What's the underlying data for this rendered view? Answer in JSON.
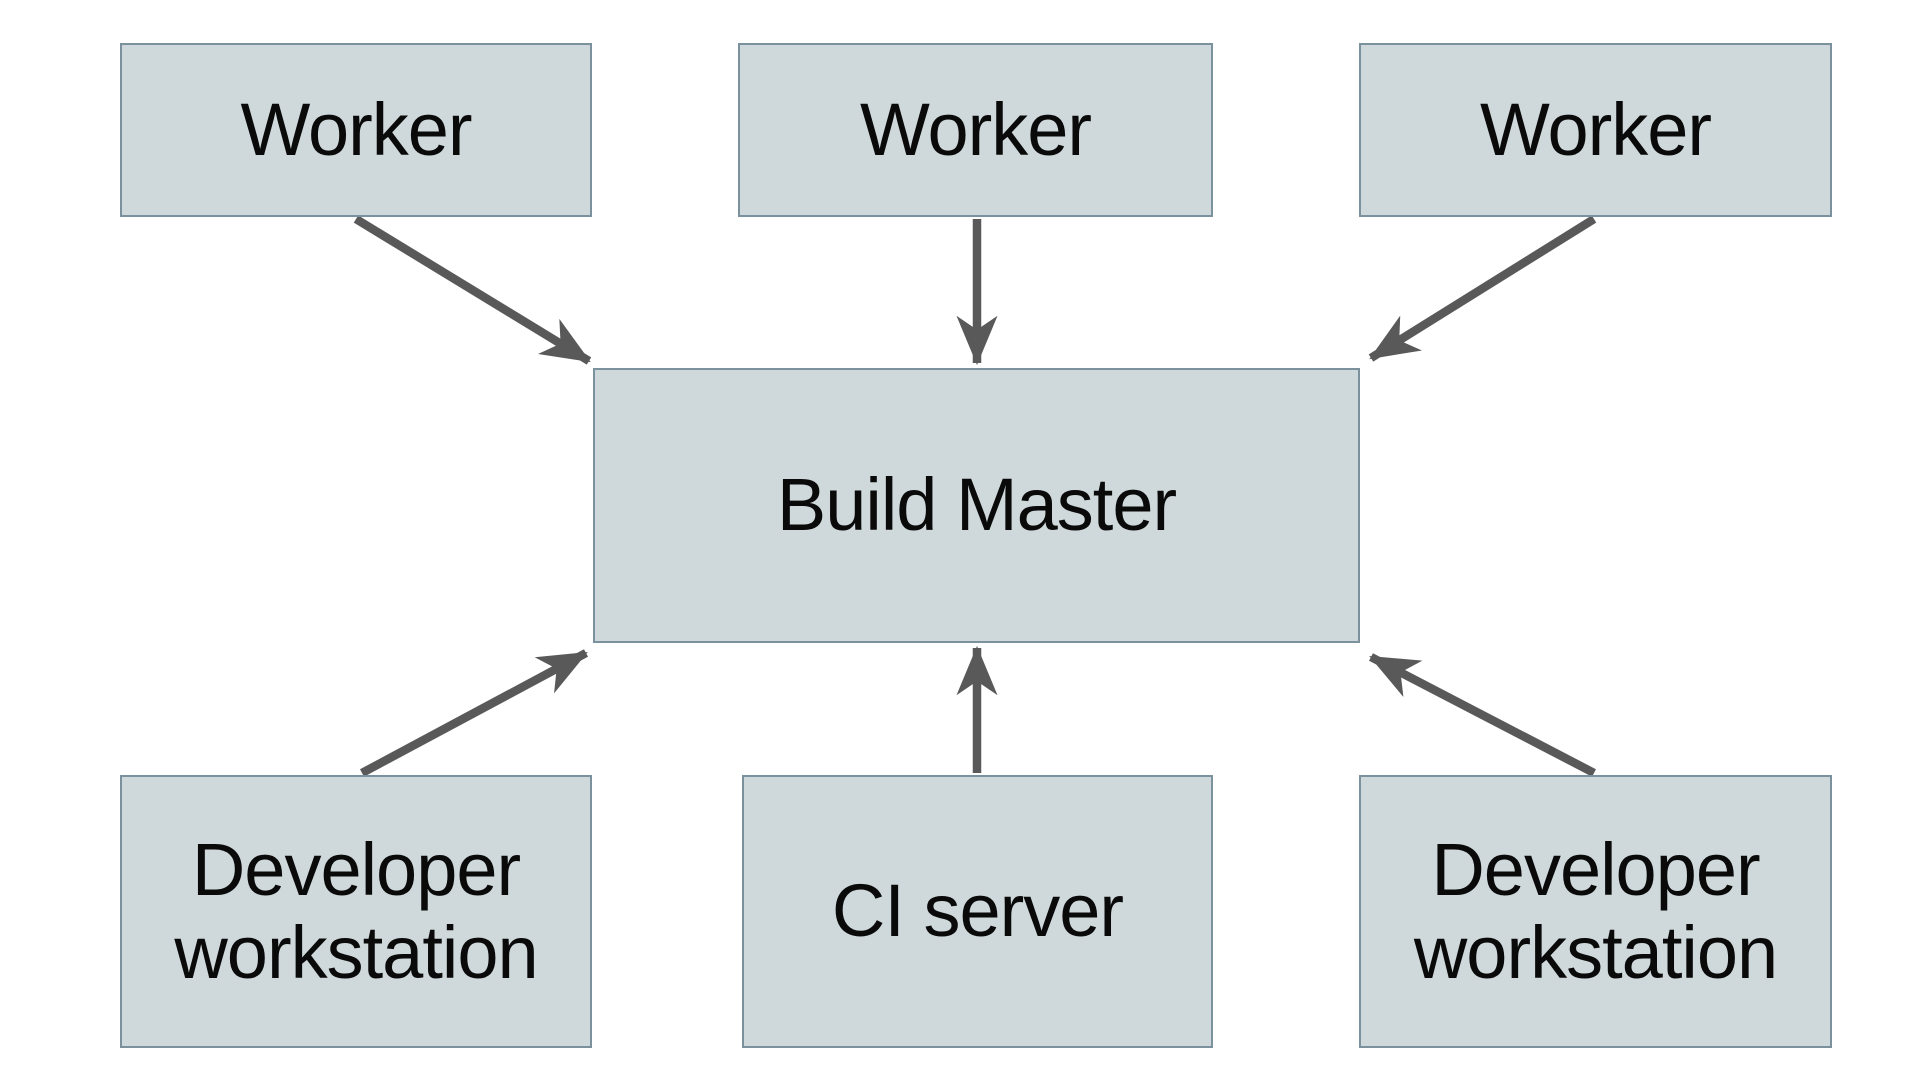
{
  "diagram": {
    "nodes": [
      {
        "id": "worker-1",
        "label": "Worker"
      },
      {
        "id": "worker-2",
        "label": "Worker"
      },
      {
        "id": "worker-3",
        "label": "Worker"
      },
      {
        "id": "build-master",
        "label": "Build Master"
      },
      {
        "id": "developer-workstation-left",
        "label": "Developer workstation"
      },
      {
        "id": "ci-server",
        "label": "CI server"
      },
      {
        "id": "developer-workstation-right",
        "label": "Developer workstation"
      }
    ],
    "edges": [
      {
        "from": "worker-1",
        "to": "build-master"
      },
      {
        "from": "worker-2",
        "to": "build-master"
      },
      {
        "from": "worker-3",
        "to": "build-master"
      },
      {
        "from": "developer-workstation-left",
        "to": "build-master"
      },
      {
        "from": "ci-server",
        "to": "build-master"
      },
      {
        "from": "developer-workstation-right",
        "to": "build-master"
      }
    ],
    "colors": {
      "node_fill": "#cfd8da",
      "node_border": "#7b919d",
      "arrow": "#595959",
      "text": "#0a0a0a",
      "background": "#ffffff"
    }
  }
}
